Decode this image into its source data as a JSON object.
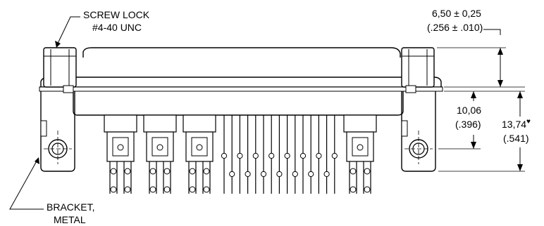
{
  "callouts": {
    "screw_lock_line1": "SCREW LOCK",
    "screw_lock_line2": "#4-40 UNC",
    "bracket_line1": "BRACKET,",
    "bracket_line2": "METAL"
  },
  "dimensions": {
    "screwlock_height_mm": "6,50 ± 0,25",
    "screwlock_height_in": "(.256 ± .010)",
    "bracket_mm": "10,06",
    "bracket_in": "(.396)",
    "overall_mm": "13,74",
    "overall_mark": "♥",
    "overall_in": "(.541)"
  }
}
